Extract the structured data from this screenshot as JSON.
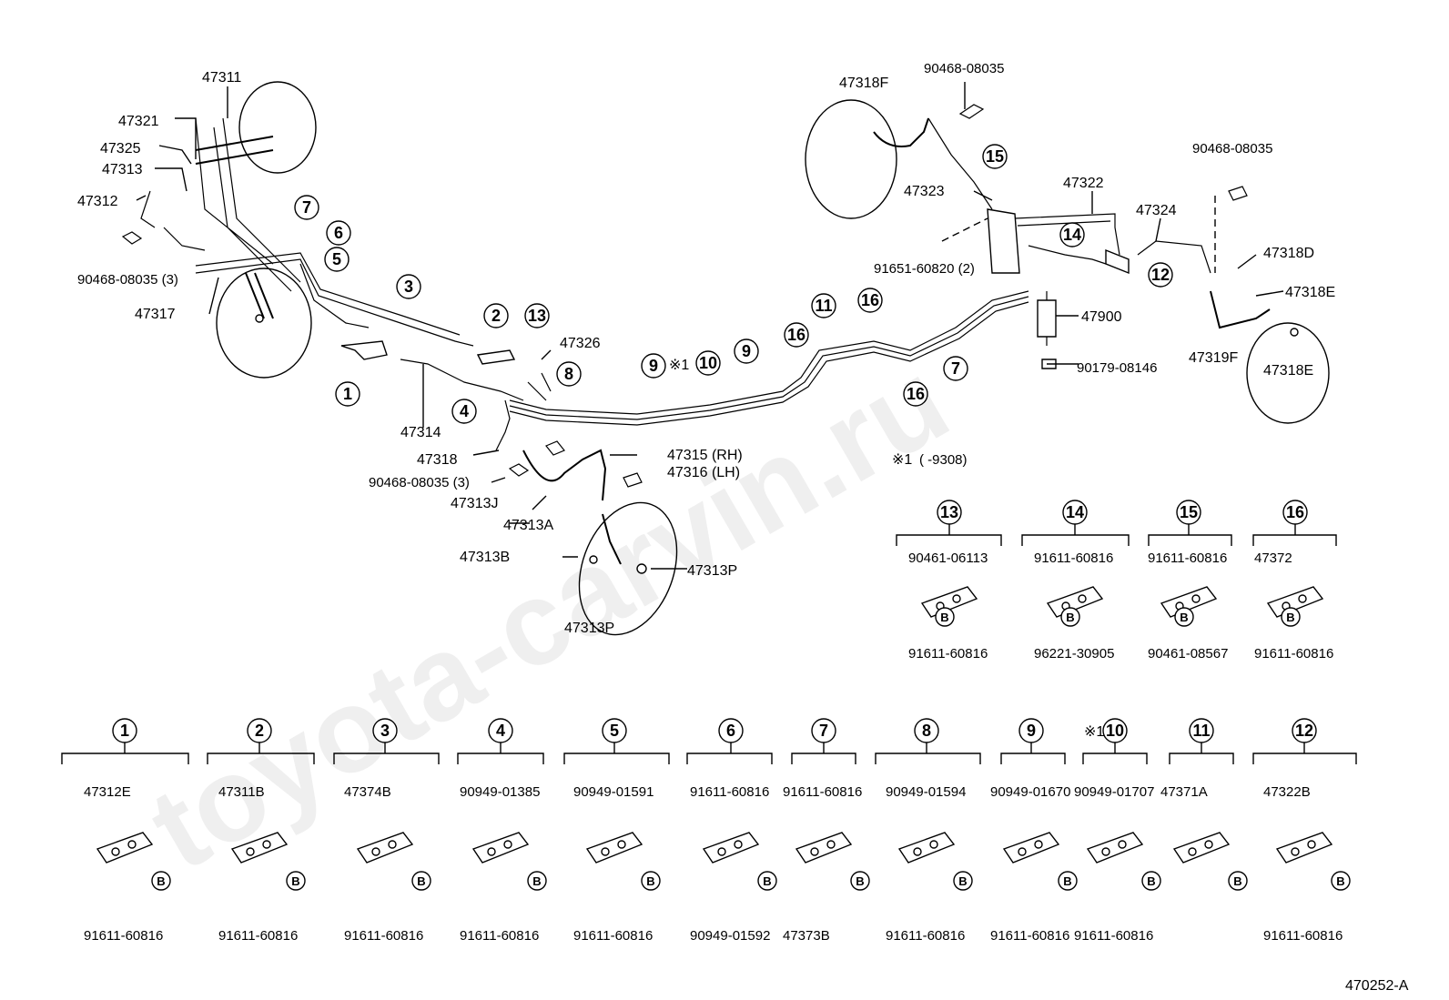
{
  "watermark": "toyota-carvin.ru",
  "diagram_code": "470252-A",
  "footnote": {
    "mark": "※1",
    "text": "(      -9308)"
  },
  "b_mark": "B",
  "main_labels": {
    "p47311": "47311",
    "p47321": "47321",
    "p47325": "47325",
    "p47313": "47313",
    "p47312": "47312",
    "p90468_3a": "90468-08035 (3)",
    "p47317": "47317",
    "p47314": "47314",
    "p47318": "47318",
    "p90468_3b": "90468-08035 (3)",
    "p47313J": "47313J",
    "p47326": "47326",
    "p47315": "47315 (RH)",
    "p47316": "47316 (LH)",
    "p47313A": "47313A",
    "p47313B": "47313B",
    "p47313P_a": "47313P",
    "p47313P_b": "47313P",
    "p47318F": "47318F",
    "p90468_top": "90468-08035",
    "p47323": "47323",
    "p47322": "47322",
    "p90468_right": "90468-08035",
    "p47324": "47324",
    "p91651": "91651-60820 (2)",
    "p47900": "47900",
    "p90179": "90179-08146",
    "p47318D": "47318D",
    "p47318E_a": "47318E",
    "p47318E_b": "47318E",
    "p47319F": "47319F"
  },
  "callouts": [
    "1",
    "2",
    "3",
    "4",
    "5",
    "6",
    "7",
    "8",
    "9",
    "10",
    "11",
    "12",
    "13",
    "14",
    "15",
    "16"
  ],
  "groups": [
    {
      "num": "13",
      "top": "90461-06113",
      "bottom": "91611-60816"
    },
    {
      "num": "14",
      "top": "91611-60816",
      "bottom": "96221-30905"
    },
    {
      "num": "15",
      "top": "91611-60816",
      "bottom": "90461-08567"
    },
    {
      "num": "16",
      "top": "47372",
      "bottom": "91611-60816"
    },
    {
      "num": "1",
      "top": "47312E",
      "bottom": "91611-60816"
    },
    {
      "num": "2",
      "top": "47311B",
      "bottom": "91611-60816"
    },
    {
      "num": "3",
      "top": "47374B",
      "bottom": "91611-60816"
    },
    {
      "num": "4",
      "top": "90949-01385",
      "bottom": "91611-60816"
    },
    {
      "num": "5",
      "top": "90949-01591",
      "bottom": "91611-60816"
    },
    {
      "num": "6",
      "top": "91611-60816",
      "bottom": "90949-01592"
    },
    {
      "num": "7",
      "top": "91611-60816",
      "bottom": "47373B"
    },
    {
      "num": "8",
      "top": "90949-01594",
      "bottom": "91611-60816"
    },
    {
      "num": "9",
      "top": "90949-01670",
      "bottom": "91611-60816"
    },
    {
      "num": "10",
      "top": "90949-01707",
      "bottom": "91611-60816"
    },
    {
      "num": "11",
      "top": "47371A",
      "bottom": ""
    },
    {
      "num": "12",
      "top": "47322B",
      "bottom": "91611-60816"
    }
  ]
}
